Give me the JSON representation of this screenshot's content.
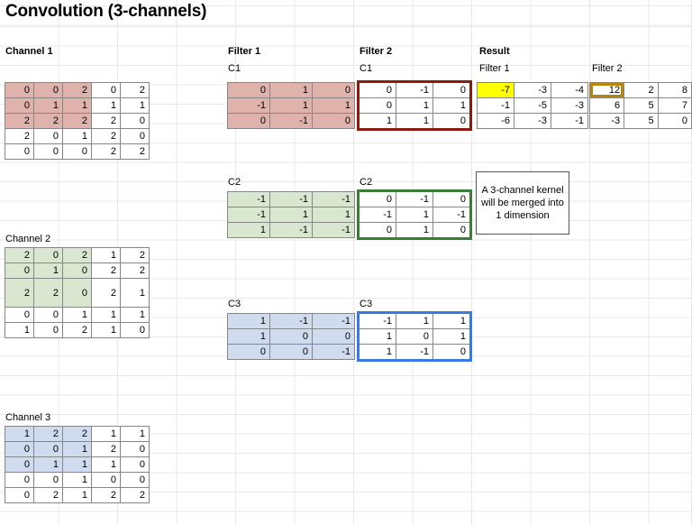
{
  "title": "Convolution (3-channels)",
  "labels": {
    "channel1": "Channel 1",
    "channel2": "Channel 2",
    "channel3": "Channel 3",
    "filter1": "Filter 1",
    "filter2": "Filter 2",
    "result": "Result",
    "result_filter1": "Filter 1",
    "result_filter2": "Filter 2",
    "c1": "C1",
    "c2": "C2",
    "c3": "C3",
    "c1b": "C1",
    "c2b": "C2",
    "c3b": "C3"
  },
  "note": "A 3-channel kernel will be merged into 1 dimension",
  "colors": {
    "channel1_fill": "#dfb3ac",
    "channel2_fill": "#d9e7d0",
    "channel3_fill": "#cfdcef",
    "filter2_c1_outline": "#8b1a10",
    "filter2_c2_outline": "#3a7d34",
    "filter2_c3_outline": "#3b78e7",
    "result_highlight_fill": "#ffff00",
    "result_highlight_outline": "#b8860b",
    "grid_line": "#e8e8e8",
    "cell_border": "#868686"
  },
  "chart_data": {
    "type": "table",
    "title": "Convolution (3-channels)",
    "inputs": {
      "channel1": [
        [
          "0",
          "0",
          "2",
          "0",
          "2"
        ],
        [
          "0",
          "1",
          "1",
          "1",
          "1"
        ],
        [
          "2",
          "2",
          "2",
          "2",
          "0"
        ],
        [
          "2",
          "0",
          "1",
          "2",
          "0"
        ],
        [
          "0",
          "0",
          "0",
          "2",
          "2"
        ]
      ],
      "channel2": [
        [
          "2",
          "0",
          "2",
          "1",
          "2"
        ],
        [
          "0",
          "1",
          "0",
          "2",
          "2"
        ],
        [
          "2",
          "2",
          "0",
          "2",
          "1"
        ],
        [
          "0",
          "0",
          "1",
          "1",
          "1"
        ],
        [
          "1",
          "0",
          "2",
          "1",
          "0"
        ]
      ],
      "channel3": [
        [
          "1",
          "2",
          "2",
          "1",
          "1"
        ],
        [
          "0",
          "0",
          "1",
          "2",
          "0"
        ],
        [
          "0",
          "1",
          "1",
          "1",
          "0"
        ],
        [
          "0",
          "0",
          "1",
          "0",
          "0"
        ],
        [
          "0",
          "2",
          "1",
          "2",
          "2"
        ]
      ]
    },
    "filter1": {
      "c1": [
        [
          "0",
          "1",
          "0"
        ],
        [
          "-1",
          "1",
          "1"
        ],
        [
          "0",
          "-1",
          "0"
        ]
      ],
      "c2": [
        [
          "-1",
          "-1",
          "-1"
        ],
        [
          "-1",
          "1",
          "1"
        ],
        [
          "1",
          "-1",
          "-1"
        ]
      ],
      "c3": [
        [
          "1",
          "-1",
          "-1"
        ],
        [
          "1",
          "0",
          "0"
        ],
        [
          "0",
          "0",
          "-1"
        ]
      ]
    },
    "filter2": {
      "c1": [
        [
          "0",
          "-1",
          "0"
        ],
        [
          "0",
          "1",
          "1"
        ],
        [
          "1",
          "1",
          "0"
        ]
      ],
      "c2": [
        [
          "0",
          "-1",
          "0"
        ],
        [
          "-1",
          "1",
          "-1"
        ],
        [
          "0",
          "1",
          "0"
        ]
      ],
      "c3": [
        [
          "-1",
          "1",
          "1"
        ],
        [
          "1",
          "0",
          "1"
        ],
        [
          "1",
          "-1",
          "0"
        ]
      ]
    },
    "result": {
      "filter1": [
        [
          "-7",
          "-3",
          "-4"
        ],
        [
          "-1",
          "-5",
          "-3"
        ],
        [
          "-6",
          "-3",
          "-1"
        ]
      ],
      "filter2": [
        [
          "12",
          "2",
          "8"
        ],
        [
          "6",
          "5",
          "7"
        ],
        [
          "-3",
          "5",
          "0"
        ]
      ]
    }
  }
}
